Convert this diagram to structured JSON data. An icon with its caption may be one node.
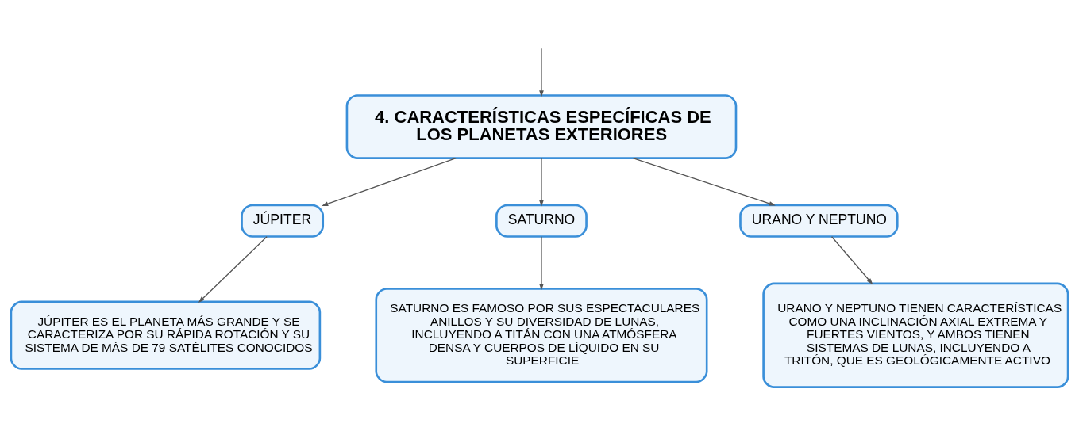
{
  "diagram": {
    "nodes": [
      {
        "text": [
          "4. CARACTERÍSTICAS ESPECÍFICAS DE LOS PLANETAS EXTERIORES"
        ]
      },
      {
        "text": [
          "JÚPITER"
        ]
      },
      {
        "text": [
          "SATURNO"
        ]
      },
      {
        "text": [
          "URANO Y NEPTUNO"
        ]
      },
      {
        "text": [
          "JÚPITER ES EL PLANETA MÁS GRANDE Y SE CARACTERIZA POR SU RÁPIDA ROTACIÓN Y SU SISTEMA DE MÁS DE 79 SATÉLITES CONOCIDOS"
        ]
      },
      {
        "text": [
          "SATURNO ES FAMOSO POR SUS ESPECTACULARES ANILLOS Y SU DIVERSIDAD DE LUNAS, INCLUYENDO A TITÁN CON UNA ATMÓSFERA DENSA Y CUERPOS DE LÍQUIDO EN SU SUPERFICIE"
        ]
      },
      {
        "text": [
          "URANO Y NEPTUNO TIENEN CARACTERÍSTICAS COMO UNA INCLINACIÓN AXIAL EXTREMA Y FUERTES VIENTOS, Y AMBOS TIENEN SISTEMAS DE LUNAS, INCLUYENDO A TRITÓN, QUE ES GEOLÓGICAMENTE ACTIVO"
        ]
      }
    ],
    "edges": [
      {
        "from": null,
        "to": 0,
        "arrow": "to"
      },
      {
        "from": 0,
        "to": 1,
        "arrow": "to"
      },
      {
        "from": 0,
        "to": 2,
        "arrow": "to"
      },
      {
        "from": 0,
        "to": 3,
        "arrow": "to"
      },
      {
        "from": 1,
        "to": 4,
        "arrow": "to"
      },
      {
        "from": 2,
        "to": 5,
        "arrow": "to"
      },
      {
        "from": 3,
        "to": 6,
        "arrow": "to"
      }
    ]
  }
}
